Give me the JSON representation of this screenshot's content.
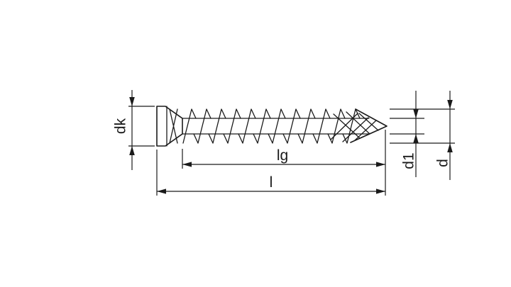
{
  "diagram": {
    "type": "screw-technical-drawing",
    "labels": {
      "head_diameter": "dk",
      "thread_length": "lg",
      "total_length": "l",
      "core_diameter": "d1",
      "nominal_diameter": "d"
    },
    "colors": {
      "line": "#1a1a1a",
      "background": "#ffffff"
    }
  }
}
